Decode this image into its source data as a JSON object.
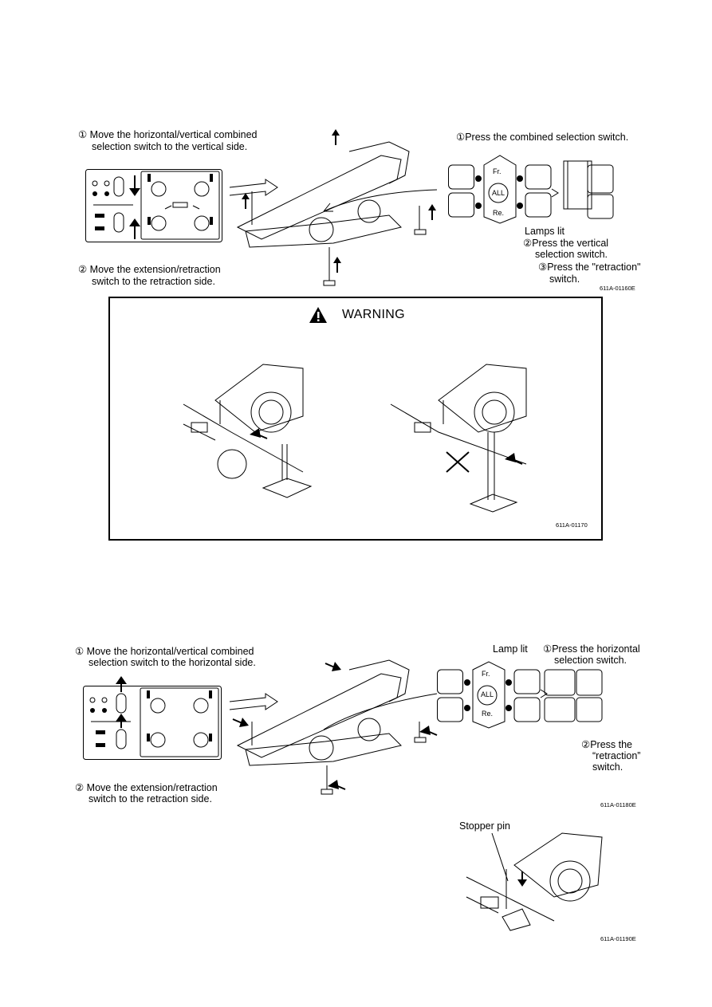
{
  "section1": {
    "step1": "① Move the horizontal/vertical combined",
    "step1b": "selection switch to the vertical side.",
    "step2": "② Move the extension/retraction",
    "step2b": "switch to the retraction side.",
    "panel_step1": "①Press the combined selection switch.",
    "fr": "Fr.",
    "all": "ALL",
    "re": "Re.",
    "lamps_lit": "Lamps lit",
    "panel_step2": "②Press the vertical",
    "panel_step2b": "selection switch.",
    "panel_step3": "③Press the \"retraction\"",
    "panel_step3b": "switch.",
    "figure_id": "611A-01160E"
  },
  "warning": {
    "title": "WARNING",
    "figure_id": "611A-01170"
  },
  "section2": {
    "step1": "① Move the horizontal/vertical combined",
    "step1b": "selection switch to the horizontal side.",
    "step2": "② Move the extension/retraction",
    "step2b": "switch to the retraction side.",
    "lamp_lit": "Lamp lit",
    "panel_step1": "①Press the horizontal",
    "panel_step1b": "selection switch.",
    "panel_step2": "②Press the",
    "panel_step2b": "“retraction”",
    "panel_step2c": "switch.",
    "fr": "Fr.",
    "all": "ALL",
    "re": "Re.",
    "figure_id": "611A-01180E"
  },
  "section3": {
    "stopper_pin": "Stopper pin",
    "figure_id": "611A-01190E"
  }
}
